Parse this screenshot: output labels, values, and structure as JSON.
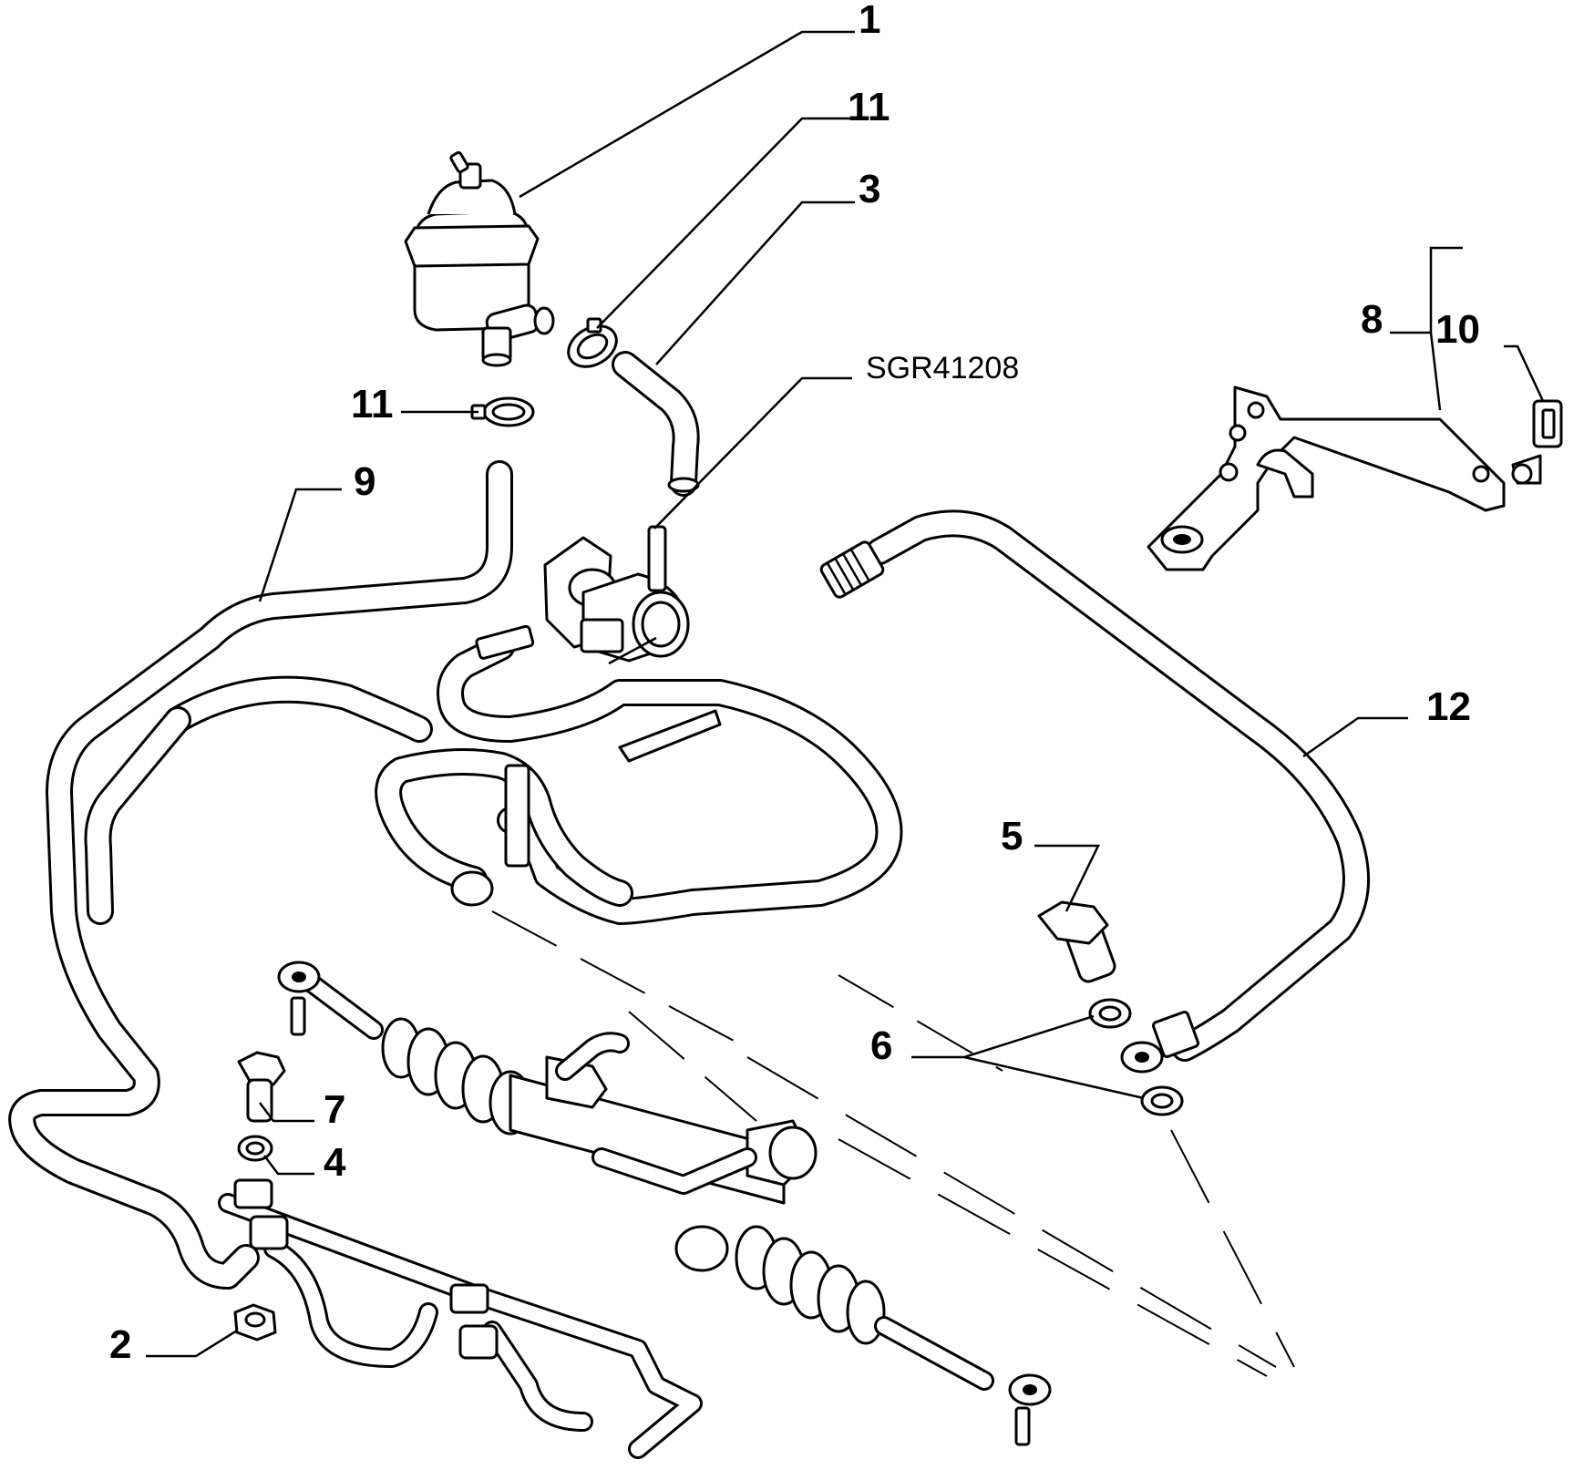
{
  "diagram": {
    "code": "SGR41208",
    "callouts": [
      {
        "id": "c1",
        "label": "1"
      },
      {
        "id": "c11a",
        "label": "11"
      },
      {
        "id": "c3",
        "label": "3"
      },
      {
        "id": "c11b",
        "label": "11"
      },
      {
        "id": "c9",
        "label": "9"
      },
      {
        "id": "c8",
        "label": "8"
      },
      {
        "id": "c10",
        "label": "10"
      },
      {
        "id": "c12",
        "label": "12"
      },
      {
        "id": "c5",
        "label": "5"
      },
      {
        "id": "c6",
        "label": "6"
      },
      {
        "id": "c7",
        "label": "7"
      },
      {
        "id": "c4",
        "label": "4"
      },
      {
        "id": "c2",
        "label": "2"
      }
    ]
  }
}
